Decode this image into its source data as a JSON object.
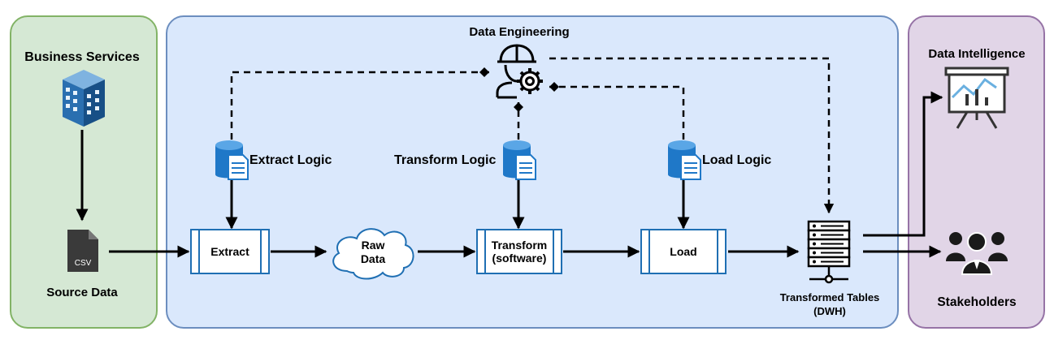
{
  "panels": {
    "business": {
      "title": "Business Services",
      "source_label": "Source Data",
      "file_badge": "CSV"
    },
    "engineering": {
      "title": "Data Engineering",
      "logic": {
        "extract": "Extract Logic",
        "transform": "Transform Logic",
        "load": "Load Logic"
      },
      "steps": {
        "extract": "Extract",
        "raw_data_line1": "Raw",
        "raw_data_line2": "Data",
        "transform_line1": "Transform",
        "transform_line2": "(software)",
        "load": "Load"
      },
      "dwh_line1": "Transformed Tables",
      "dwh_line2": "(DWH)"
    },
    "intelligence": {
      "title": "Data Intelligence",
      "stakeholders": "Stakeholders"
    }
  },
  "icons": [
    "building-icon",
    "csv-file-icon",
    "engineer-gear-icon",
    "database-document-icon",
    "cloud-icon",
    "server-rack-icon",
    "presentation-chart-icon",
    "people-group-icon"
  ],
  "colors": {
    "business_fill": "#d5e8d4",
    "business_border": "#82b366",
    "engineering_fill": "#dae8fc",
    "engineering_border": "#6c8ebf",
    "intelligence_fill": "#e1d5e7",
    "intelligence_border": "#9673a6",
    "accent_blue": "#1f6fb3"
  }
}
